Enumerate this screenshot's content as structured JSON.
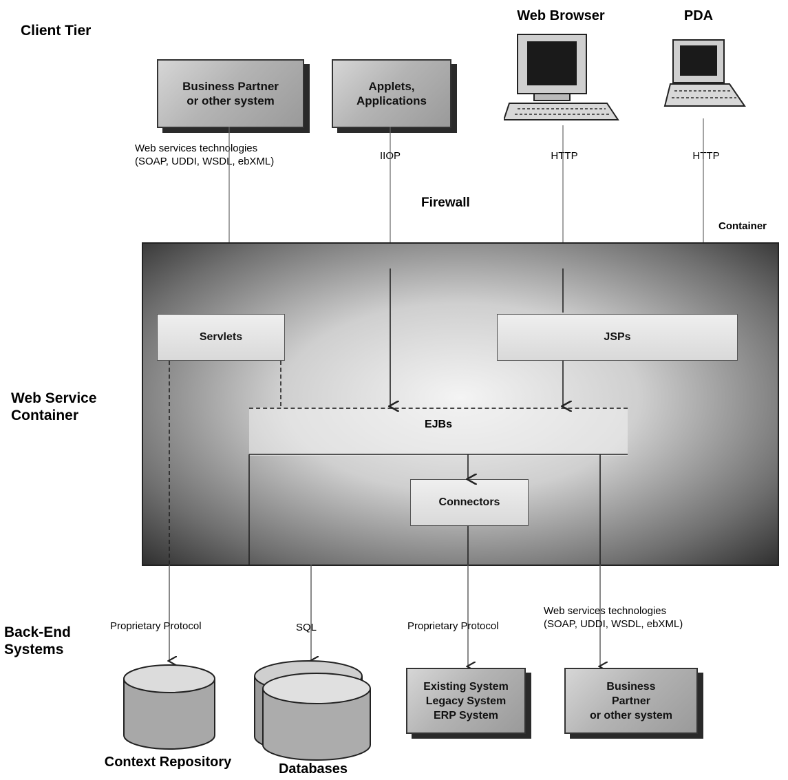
{
  "tiers": {
    "client": "Client Tier",
    "web_service": "Web Service\nContainer",
    "backend": "Back-End\nSystems"
  },
  "client_nodes": {
    "business_partner": "Business Partner\nor other system",
    "applets": "Applets,\nApplications",
    "web_browser": "Web Browser",
    "pda": "PDA"
  },
  "client_protocols": {
    "web_services": "Web services technologies\n(SOAP, UDDI, WSDL, ebXML)",
    "iiop": "IIOP",
    "http_browser": "HTTP",
    "http_pda": "HTTP"
  },
  "firewall": "Firewall",
  "container_label": "Container",
  "components": {
    "servlets": "Servlets",
    "jsps": "JSPs",
    "ejbs": "EJBs",
    "connectors": "Connectors"
  },
  "backend_protocols": {
    "proprietary_1": "Proprietary Protocol",
    "sql": "SQL",
    "proprietary_2": "Proprietary Protocol",
    "web_services": "Web services technologies\n(SOAP, UDDI, WSDL, ebXML)"
  },
  "backend_nodes": {
    "context_repository": "Context Repository",
    "databases": "Databases",
    "existing_system": "Existing System\nLegacy System\nERP System",
    "business_partner": "Business\nPartner\nor other system"
  }
}
